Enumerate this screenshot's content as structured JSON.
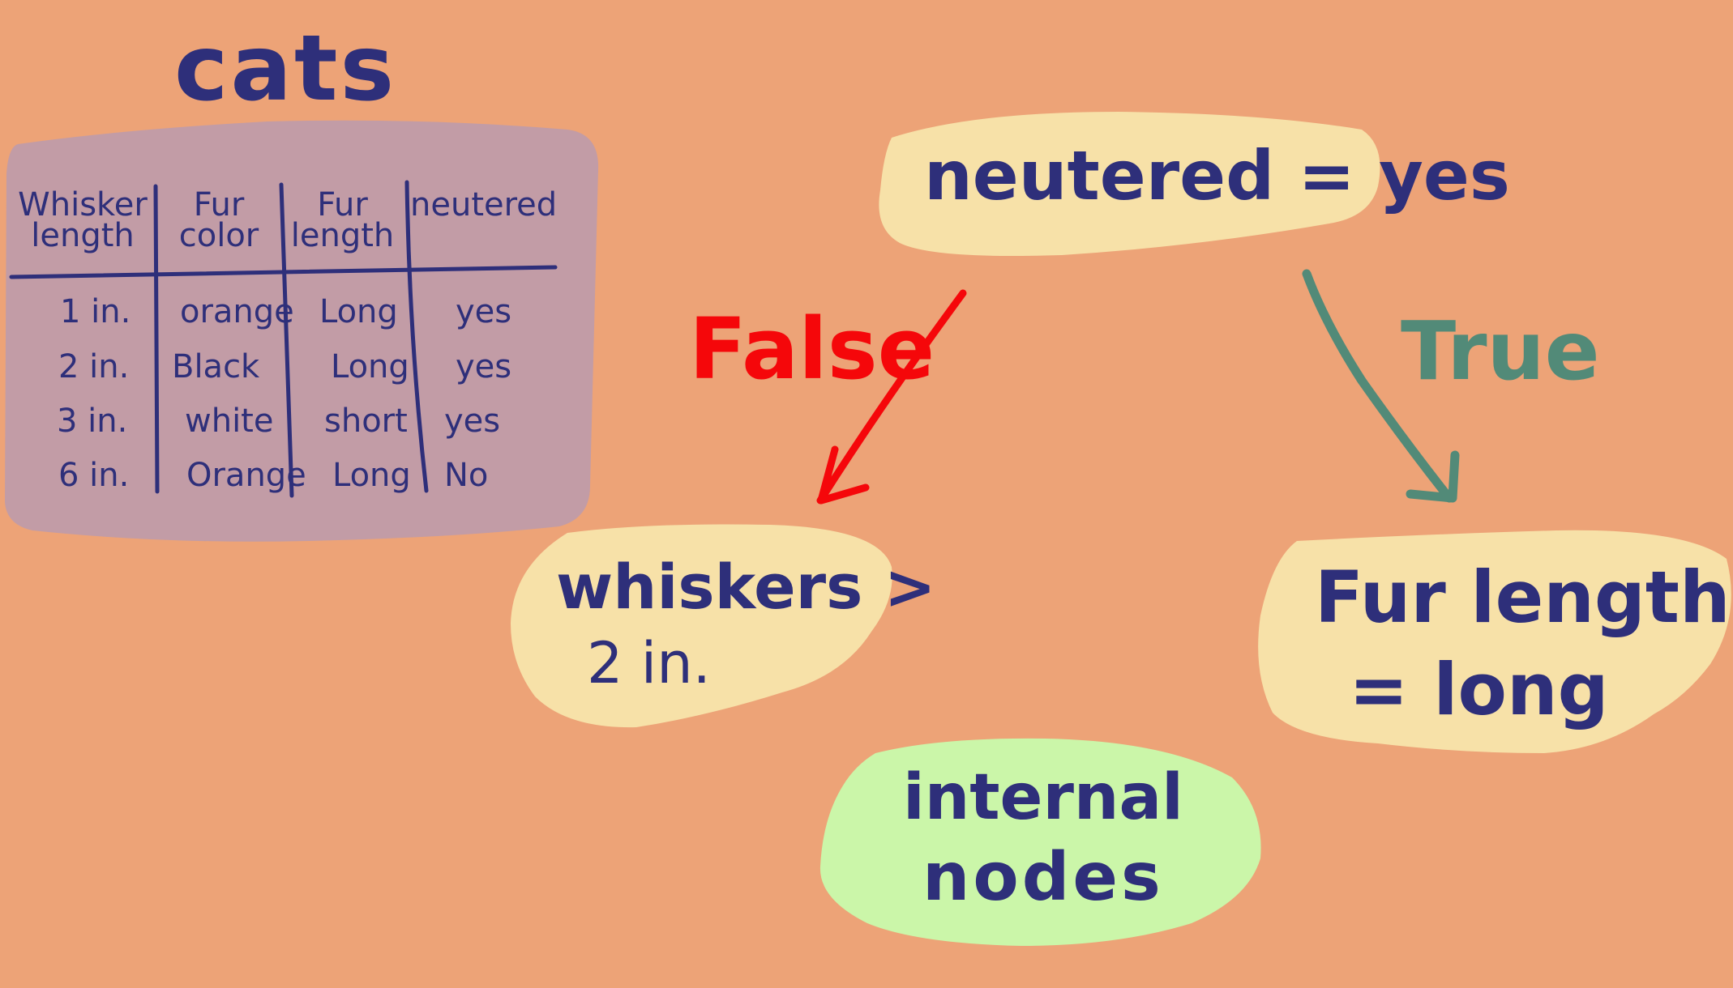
{
  "title": "cats",
  "table": {
    "headers": [
      {
        "line1": "Whisker",
        "line2": "length"
      },
      {
        "line1": "Fur",
        "line2": "color"
      },
      {
        "line1": "Fur",
        "line2": "length"
      },
      {
        "line1": "neutered",
        "line2": ""
      }
    ],
    "rows": [
      [
        "1 in.",
        "orange",
        "Long",
        "yes"
      ],
      [
        "2 in.",
        "Black",
        "Long",
        "yes"
      ],
      [
        "3 in.",
        "white",
        "short",
        "yes"
      ],
      [
        "6 in.",
        "Orange",
        "Long",
        "No"
      ]
    ]
  },
  "nodes": {
    "root": {
      "text": "neutered = yes"
    },
    "left": {
      "line1": "whiskers >",
      "line2": "2 in."
    },
    "right": {
      "line1": "Fur length",
      "line2": "= long"
    },
    "caption": {
      "line1": "internal",
      "line2": "nodes"
    }
  },
  "edges": {
    "false_label": "False",
    "true_label": "True"
  },
  "colors": {
    "background": "#eda377",
    "table_fill": "#c29ca6",
    "node_fill": "#f7e1a8",
    "caption_fill": "#cbf6a9",
    "ink": "#2e2f7a",
    "false": "#f5070a",
    "true": "#528a78"
  }
}
